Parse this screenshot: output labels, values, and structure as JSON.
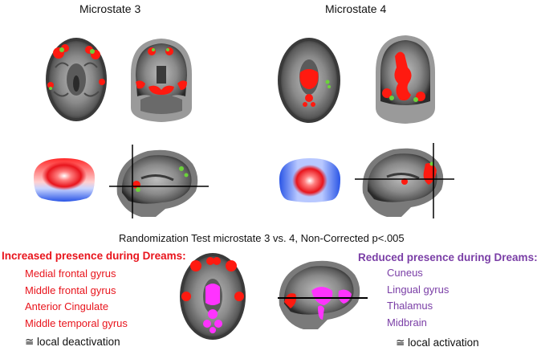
{
  "top": {
    "microstate3_title": "Microstate 3",
    "microstate4_title": "Microstate 4"
  },
  "test_title": "Randomization Test microstate 3 vs. 4, Non-Corrected p<.005",
  "increased": {
    "heading": "Increased presence during Dreams:",
    "regions": [
      "Medial frontal gyrus",
      "Middle frontal gyrus",
      "Anterior Cingulate",
      "Middle temporal gyrus"
    ],
    "note": "≅ local deactivation"
  },
  "reduced": {
    "heading": "Reduced presence during Dreams:",
    "regions": [
      "Cuneus",
      "Lingual gyrus",
      "Thalamus",
      "Midbrain"
    ],
    "note": "≅ local activation"
  },
  "colors": {
    "increase": "#e8141c",
    "decrease": "#7a3ea6",
    "activation_red": "#ff1a10",
    "activation_green": "#6bd23a",
    "deactivation_magenta": "#ff33ff",
    "topo_red": "#e8141c",
    "topo_blue": "#2a55e6"
  },
  "icons": {
    "ms3_axial": "brain-axial-scan-icon",
    "ms3_coronal": "brain-coronal-scan-icon",
    "ms3_topomap": "eeg-topography-map-icon",
    "ms3_sagittal": "brain-sagittal-scan-icon",
    "ms4_axial": "brain-axial-scan-icon",
    "ms4_coronal": "brain-coronal-scan-icon",
    "ms4_topomap": "eeg-topography-map-icon",
    "ms4_sagittal": "brain-sagittal-scan-icon",
    "test_axial": "brain-axial-scan-icon",
    "test_sagittal": "brain-sagittal-scan-icon"
  }
}
